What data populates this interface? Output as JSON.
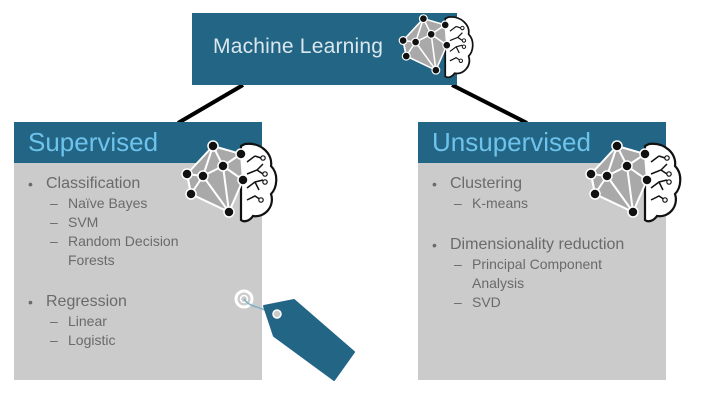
{
  "root": {
    "title": "Machine Learning"
  },
  "colors": {
    "box": "#236584",
    "panel": "#cbcbcb",
    "panel_title": "#6ec3ec",
    "root_title": "#dbe7ee",
    "text": "#6a6a6a"
  },
  "branches": [
    {
      "title": "Supervised",
      "groups": [
        {
          "label": "Classification",
          "items": [
            "Naïve Bayes",
            "SVM",
            "Random Decision",
            "Forests"
          ]
        },
        {
          "label": "Regression",
          "items": [
            "Linear",
            "Logistic"
          ]
        }
      ]
    },
    {
      "title": "Unsupervised",
      "groups": [
        {
          "label": "Clustering",
          "items": [
            "K-means"
          ]
        },
        {
          "label": "Dimensionality reduction",
          "items": [
            "Principal Component",
            "Analysis",
            "SVD"
          ]
        }
      ]
    }
  ],
  "icons": [
    "brain-network-icon",
    "price-tag-icon"
  ],
  "dash": "–"
}
